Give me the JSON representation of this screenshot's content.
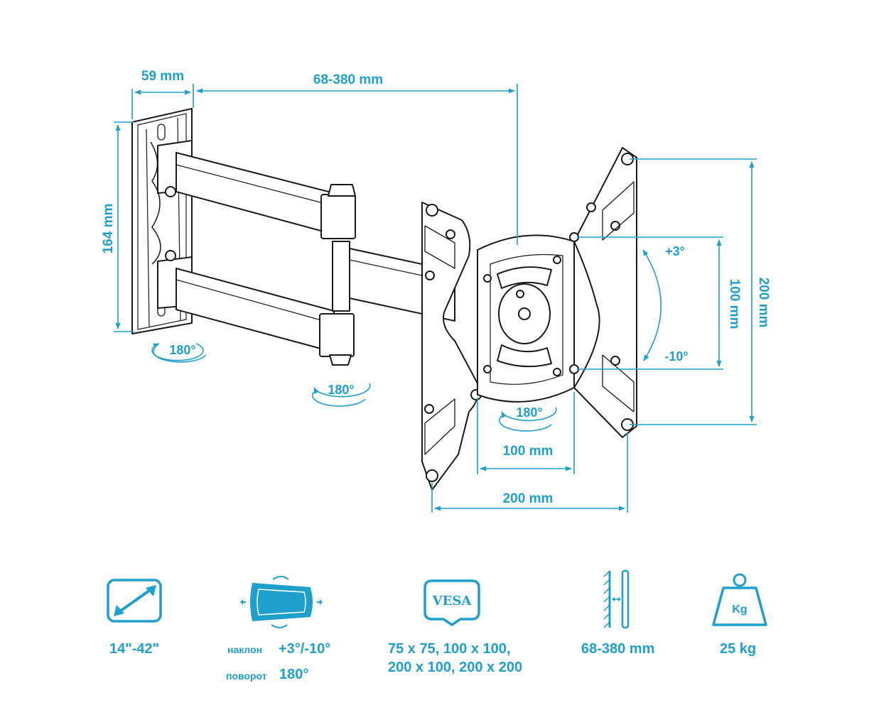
{
  "colors": {
    "accent": "#1f9fcb",
    "line": "#1a1a1a"
  },
  "dimensions": {
    "depth_plate": "59 mm",
    "reach": "68-380 mm",
    "plate_height": "164 mm",
    "vesa_h_small": "100 mm",
    "vesa_h_large": "200 mm",
    "vesa_v_small": "100 mm",
    "vesa_v_large": "200 mm"
  },
  "rotations": {
    "wall_swivel": "180°",
    "arm_swivel": "180°",
    "plate_rotate": "180°",
    "tilt_up": "+3°",
    "tilt_down": "-10°"
  },
  "specs": {
    "screen_size": {
      "icon": "diagonal-arrow-icon",
      "value": "14\"-42\""
    },
    "tilt_swivel": {
      "icon": "tilt-swivel-screen-icon",
      "tilt_label": "наклон",
      "tilt_value": "+3°/-10°",
      "swivel_label": "поворот",
      "swivel_value": "180°"
    },
    "vesa": {
      "icon": "vesa-badge-icon",
      "badge_text": "VESA",
      "line1": "75 x 75, 100 x 100,",
      "line2": "200 x 100, 200 x 200"
    },
    "wall_distance": {
      "icon": "wall-distance-icon",
      "value": "68-380 mm"
    },
    "max_load": {
      "icon": "weight-kg-icon",
      "badge_text": "Kg",
      "value": "25 kg"
    }
  }
}
